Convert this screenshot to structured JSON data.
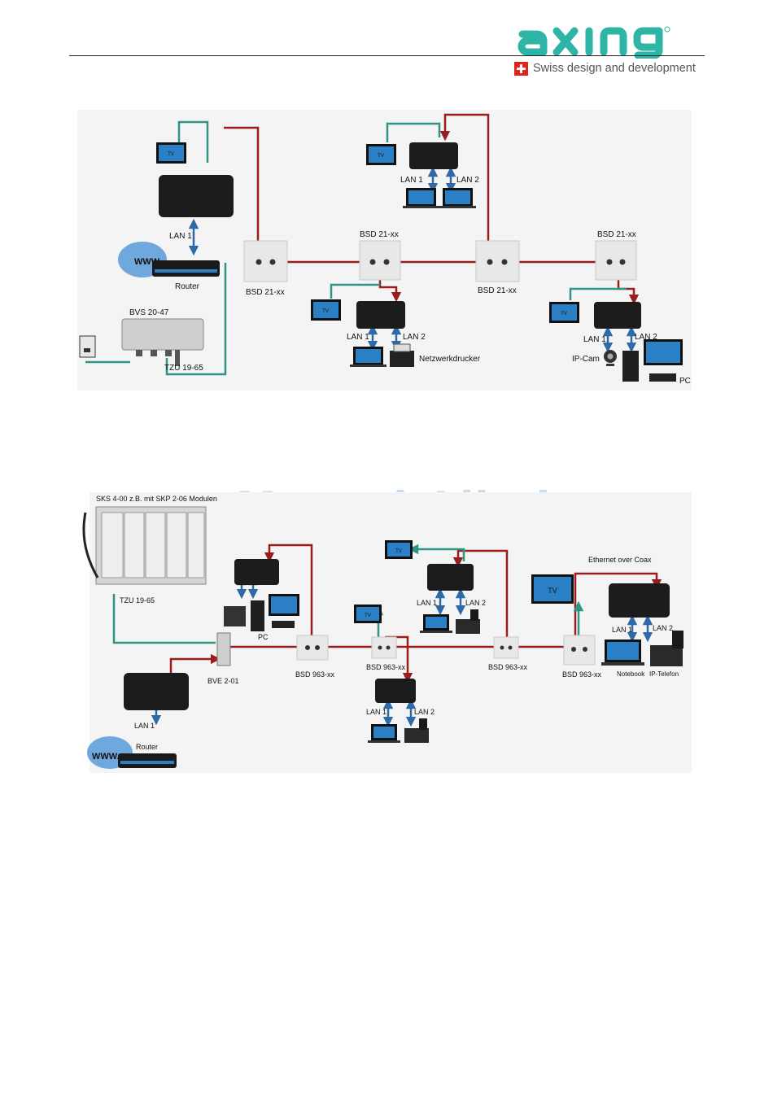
{
  "header": {
    "logo_text": "axing",
    "tagline": "Swiss design and development",
    "colors": {
      "brand": "#2eb5a5",
      "swiss_red": "#e2231a"
    }
  },
  "watermark": "ManualsLib.de",
  "colors": {
    "coax_red": "#9b1c1c",
    "coax_teal": "#2e9484",
    "lan_blue": "#2f6aa8",
    "panel_bg": "#f4f4f4"
  },
  "diagram1": {
    "labels": {
      "tv": "TV",
      "lan1": "LAN 1",
      "lan2": "LAN 2",
      "router": "Router",
      "www": "WWW.",
      "bsd_a": "BSD 21-xx",
      "bsd_b": "BSD 21-xx",
      "bsd_c": "BSD 21-xx",
      "bsd_d": "BSD 21-xx",
      "bvs": "BVS 20-47",
      "tzu": "TZU 19-65",
      "printer": "Netzwerkdrucker",
      "ipcam": "IP-Cam",
      "pc": "PC"
    }
  },
  "diagram2": {
    "labels": {
      "sks": "SKS 4-00 z.B. mit SKP 2-06 Modulen",
      "tzu": "TZU 19-65",
      "pc": "PC",
      "bve": "BVE 2-01",
      "router": "Router",
      "www": "WWW.",
      "lan1": "LAN 1",
      "lan2": "LAN 2",
      "tv": "TV",
      "bsd963": "BSD 963-xx",
      "eoc": "Ethernet over Coax",
      "notebook": "Notebook",
      "iptel": "IP-Telefon"
    }
  }
}
